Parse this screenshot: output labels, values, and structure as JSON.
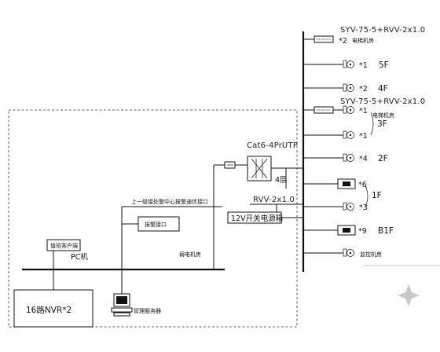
{
  "colors": {
    "line": "#111111",
    "background": "#ffffff",
    "corner_mark": "#c8c8c8"
  },
  "cables": {
    "syv_top": "SYV-75-5+RVV-2x1.0",
    "syv_mid": "SYV-75-5+RVV-2x1.0",
    "cat6": "Cat6-4PrUTP",
    "rvv": "RVV-2x1.0"
  },
  "floors": {
    "elevator_cam_2": "*2",
    "elevator_room_top": "电梯机房",
    "cam5f_count": "*1",
    "f5": "5F",
    "cam4f_count": "*2",
    "f4": "4F",
    "elevator_cam_1": "*1",
    "elevator_room_mid": "电梯机房",
    "f3": "3F",
    "cam3f_count": "*1",
    "cam2f_count": "*4",
    "f2": "2F",
    "cam1f_a_count": "*6",
    "f1": "1F",
    "cam1f_b_count": "*3",
    "camb1_count": "*9",
    "b1": "B1F",
    "monitor_room": "监控机房"
  },
  "equipment": {
    "switch_label": "4层",
    "power_label": "12V开关电源箱",
    "weak_room": "弱电机房",
    "alarm_interface": "报警接口",
    "alarm_center_note": "上一级接处警中心报警通信接口",
    "client": "值班客户端",
    "pc": "PC机",
    "nvr": "16路NVR*2",
    "server": "管理服务器"
  }
}
